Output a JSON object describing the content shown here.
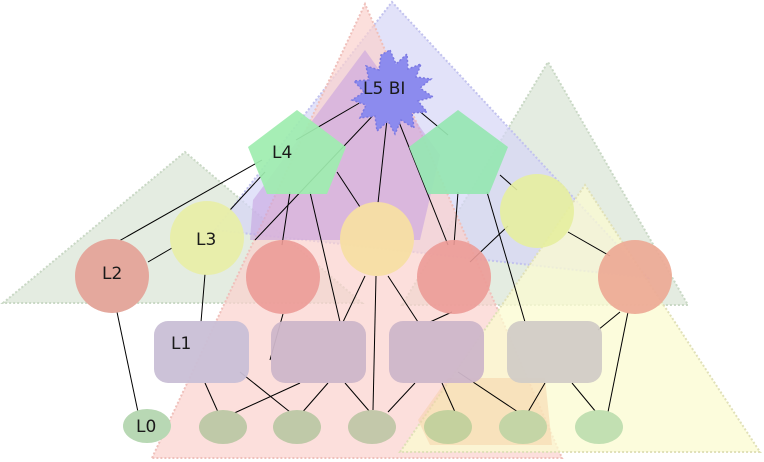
{
  "labels": {
    "l0": "L0",
    "l1": "L1",
    "l2": "L2",
    "l3": "L3",
    "l4": "L4",
    "l5": "L5 BI"
  },
  "colors": {
    "green_region": "#dce9d9",
    "blue_region": "#d8d8f8",
    "pink_region": "#fbd6d2",
    "yellow_region": "#fbfbd5",
    "l5_star": "#9090ee",
    "l4_pentagon": "#9cedb0",
    "l3_circle_yellow": "#e6eea4",
    "l3_circle_orange": "#f7dc9c",
    "l2_circle": "#e5a49d",
    "l1_rect": "#ccc0d0",
    "l0_ellipse": "#b6d3b0"
  }
}
